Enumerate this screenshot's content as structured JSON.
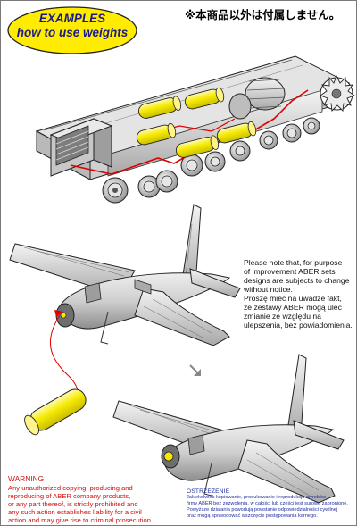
{
  "header": {
    "title_lines": [
      "EXAMPLES",
      "how to use weights"
    ],
    "jp_notice": "※本商品以外は付属しません。"
  },
  "note": {
    "lines": [
      "Please note that, for purpose",
      "of improvement ABER sets",
      "designs are subjects to change",
      " without notice.",
      "Proszę mieć na uwadze fakt,",
      "że zestawy ABER mogą ulec",
      "zmianie ze względu na",
      "ulepszenia, bez powiadomienia."
    ]
  },
  "warning": {
    "title": "WARNING",
    "lines": [
      "Any unauthorized copying, producing and",
      "reproducing of ABER company products,",
      "or any part thereof, is strictly prohibited and",
      "any such action establishes liability for a civil",
      "action and may give rise to criminal prosecution."
    ]
  },
  "ostrzezenie": {
    "title": "OSTRZEŻENIE",
    "lines": [
      "Jakiekolwiek kopiowanie, produkowanie i reprodukcja wyrobów",
      "firmy ABER bez zezwolenia, w całości lub części jest surowo zabronione.",
      "Powyższe działania powodują powstanie odpowiedzialności cywilnej",
      "oraz mogą spowodować wszczęcie postępowania karnego."
    ]
  },
  "colors": {
    "weight_yellow": "#f5ea00",
    "title_oval": "#ffec00",
    "arrow_red": "#e00000",
    "warning_red": "#d01010",
    "ostrzezenie_blue": "#1f2f9e",
    "model_gray": "#d6d6d6"
  },
  "icons": {
    "sequence_arrow": "down-right-arrow-icon"
  }
}
